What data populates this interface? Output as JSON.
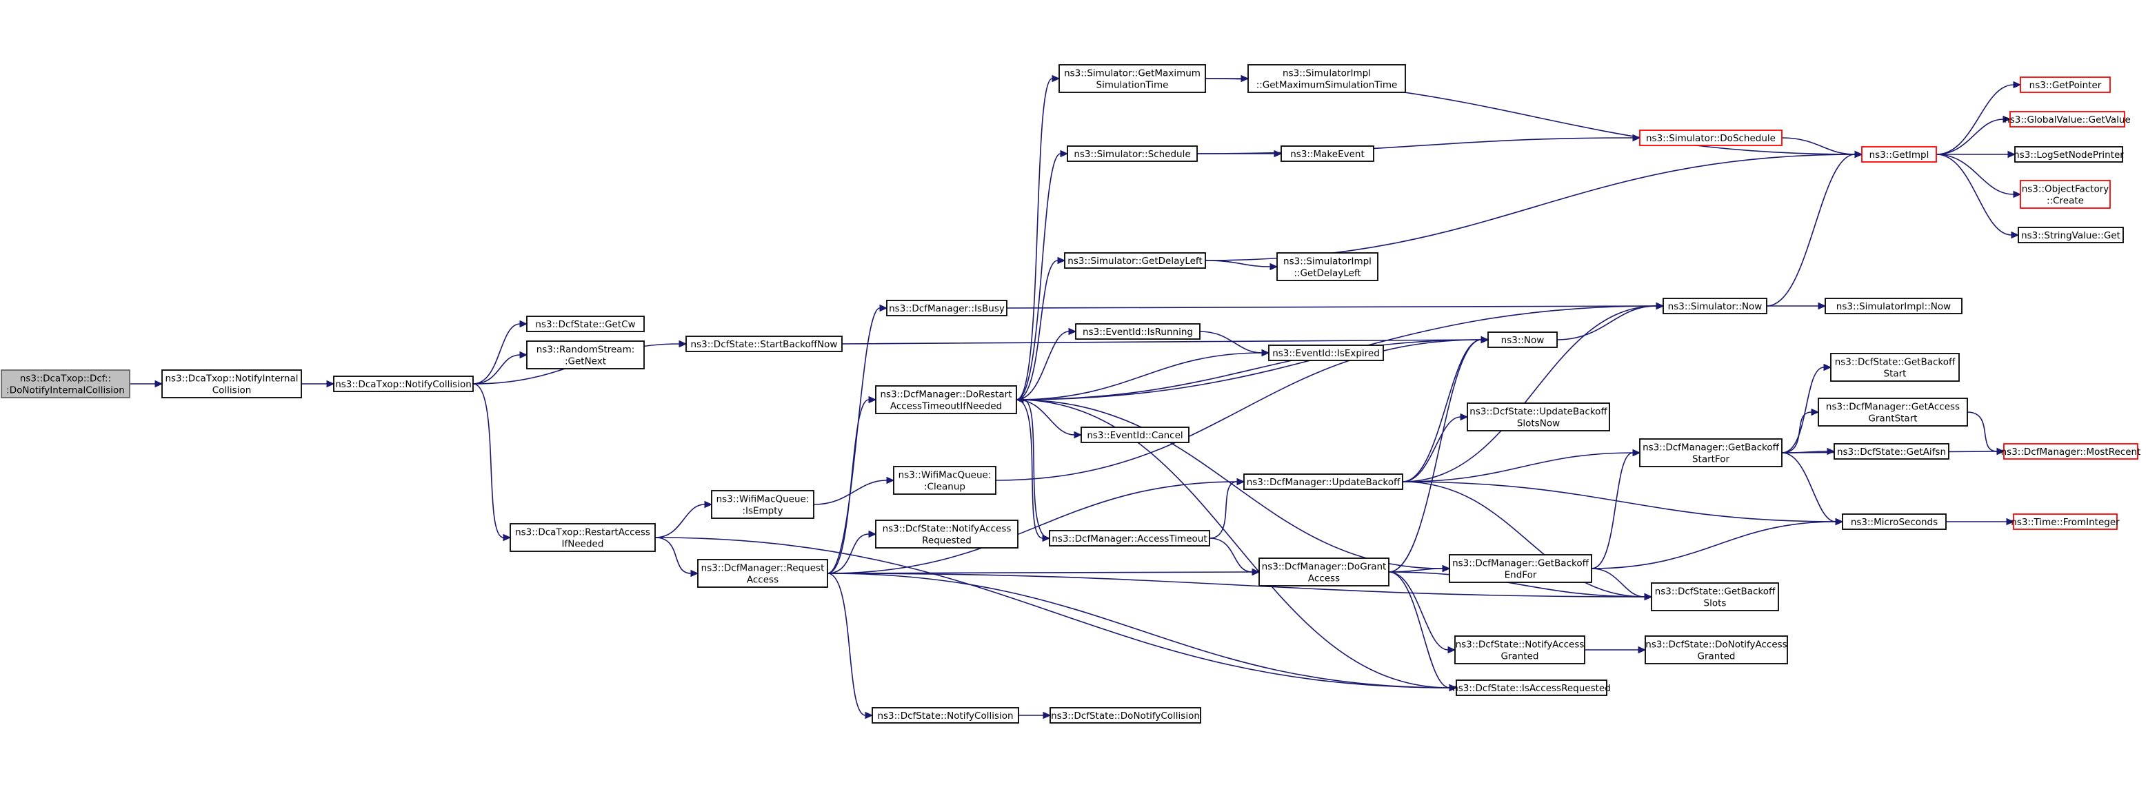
{
  "colors": {
    "node_border": "#000000",
    "node_border_truncated": "#ff0000",
    "node_fill": "#ffffff",
    "root_fill": "#bfbfbf",
    "root_border": "#666666",
    "edge": "#191970"
  },
  "nodes": {
    "root": {
      "lines": [
        "ns3::DcaTxop::Dcf::",
        ":DoNotifyInternalCollision"
      ],
      "style": "root"
    },
    "notifyInternal": {
      "lines": [
        "ns3::DcaTxop::NotifyInternal",
        "Collision"
      ]
    },
    "notifyCollision": {
      "lines": [
        "ns3::DcaTxop::NotifyCollision"
      ]
    },
    "getCw": {
      "lines": [
        "ns3::DcfState::GetCw"
      ]
    },
    "randomStream": {
      "lines": [
        "ns3::RandomStream:",
        ":GetNext"
      ]
    },
    "startBackoffNow": {
      "lines": [
        "ns3::DcfState::StartBackoffNow"
      ]
    },
    "restartAccess": {
      "lines": [
        "ns3::DcaTxop::RestartAccess",
        "IfNeeded"
      ]
    },
    "isEmpty": {
      "lines": [
        "ns3::WifiMacQueue:",
        ":IsEmpty"
      ]
    },
    "requestAccess": {
      "lines": [
        "ns3::DcfManager::Request",
        "Access"
      ]
    },
    "cleanup": {
      "lines": [
        "ns3::WifiMacQueue:",
        ":Cleanup"
      ]
    },
    "isBusy": {
      "lines": [
        "ns3::DcfManager::IsBusy"
      ]
    },
    "doRestart": {
      "lines": [
        "ns3::DcfManager::DoRestart",
        "AccessTimeoutIfNeeded"
      ]
    },
    "notifyAccessRequested": {
      "lines": [
        "ns3::DcfState::NotifyAccess",
        "Requested"
      ]
    },
    "dcfNotifyCollision": {
      "lines": [
        "ns3::DcfState::NotifyCollision"
      ]
    },
    "doNotifyCollision": {
      "lines": [
        "ns3::DcfState::DoNotifyCollision"
      ]
    },
    "getMaxSimTime": {
      "lines": [
        "ns3::Simulator::GetMaximum",
        "SimulationTime"
      ]
    },
    "simImplGetMax": {
      "lines": [
        "ns3::SimulatorImpl",
        "::GetMaximumSimulationTime"
      ]
    },
    "schedule": {
      "lines": [
        "ns3::Simulator::Schedule"
      ]
    },
    "makeEvent": {
      "lines": [
        "ns3::MakeEvent"
      ]
    },
    "doSchedule": {
      "lines": [
        "ns3::Simulator::DoSchedule"
      ],
      "style": "truncated"
    },
    "getDelayLeft": {
      "lines": [
        "ns3::Simulator::GetDelayLeft"
      ]
    },
    "simImplGetDelayLeft": {
      "lines": [
        "ns3::SimulatorImpl",
        "::GetDelayLeft"
      ]
    },
    "isRunning": {
      "lines": [
        "ns3::EventId::IsRunning"
      ]
    },
    "isExpired": {
      "lines": [
        "ns3::EventId::IsExpired"
      ]
    },
    "cancel": {
      "lines": [
        "ns3::EventId::Cancel"
      ]
    },
    "accessTimeout": {
      "lines": [
        "ns3::DcfManager::AccessTimeout"
      ]
    },
    "updateBackoff": {
      "lines": [
        "ns3::DcfManager::UpdateBackoff"
      ]
    },
    "doGrantAccess": {
      "lines": [
        "ns3::DcfManager::DoGrant",
        "Access"
      ]
    },
    "now": {
      "lines": [
        "ns3::Now"
      ]
    },
    "simNow": {
      "lines": [
        "ns3::Simulator::Now"
      ]
    },
    "simImplNow": {
      "lines": [
        "ns3::SimulatorImpl::Now"
      ]
    },
    "getImpl": {
      "lines": [
        "ns3::GetImpl"
      ],
      "style": "truncated"
    },
    "getPointer": {
      "lines": [
        "ns3::GetPointer"
      ],
      "style": "truncated"
    },
    "globalValueGet": {
      "lines": [
        "ns3::GlobalValue::GetValue"
      ],
      "style": "truncated"
    },
    "logSetNodePrinter": {
      "lines": [
        "ns3::LogSetNodePrinter"
      ]
    },
    "objectFactoryCreate": {
      "lines": [
        "ns3::ObjectFactory",
        "::Create"
      ],
      "style": "truncated"
    },
    "stringValueGet": {
      "lines": [
        "ns3::StringValue::Get"
      ]
    },
    "updateBackoffSlotsNow": {
      "lines": [
        "ns3::DcfState::UpdateBackoff",
        "SlotsNow"
      ]
    },
    "getBackoffStart": {
      "lines": [
        "ns3::DcfState::GetBackoff",
        "Start"
      ]
    },
    "getAccessGrantStart": {
      "lines": [
        "ns3::DcfManager::GetAccess",
        "GrantStart"
      ]
    },
    "getAifsn": {
      "lines": [
        "ns3::DcfState::GetAifsn"
      ]
    },
    "mostRecent": {
      "lines": [
        "ns3::DcfManager::MostRecent"
      ],
      "style": "truncated"
    },
    "getBackoffStartFor": {
      "lines": [
        "ns3::DcfManager::GetBackoff",
        "StartFor"
      ]
    },
    "getBackoffEndFor": {
      "lines": [
        "ns3::DcfManager::GetBackoff",
        "EndFor"
      ]
    },
    "microSeconds": {
      "lines": [
        "ns3::MicroSeconds"
      ]
    },
    "timeFromInteger": {
      "lines": [
        "ns3::Time::FromInteger"
      ],
      "style": "truncated"
    },
    "getBackoffSlots": {
      "lines": [
        "ns3::DcfState::GetBackoff",
        "Slots"
      ]
    },
    "notifyAccessGranted": {
      "lines": [
        "ns3::DcfState::NotifyAccess",
        "Granted"
      ]
    },
    "doNotifyAccessGranted": {
      "lines": [
        "ns3::DcfState::DoNotifyAccess",
        "Granted"
      ]
    },
    "isAccessRequested": {
      "lines": [
        "ns3::DcfState::IsAccessRequested"
      ]
    }
  },
  "edges": [
    [
      "root",
      "notifyInternal"
    ],
    [
      "notifyInternal",
      "notifyCollision"
    ],
    [
      "notifyCollision",
      "getCw"
    ],
    [
      "notifyCollision",
      "randomStream"
    ],
    [
      "notifyCollision",
      "startBackoffNow"
    ],
    [
      "notifyCollision",
      "restartAccess"
    ],
    [
      "startBackoffNow",
      "now"
    ],
    [
      "restartAccess",
      "isEmpty"
    ],
    [
      "restartAccess",
      "requestAccess"
    ],
    [
      "restartAccess",
      "isAccessRequested"
    ],
    [
      "isEmpty",
      "cleanup"
    ],
    [
      "cleanup",
      "now"
    ],
    [
      "requestAccess",
      "isBusy"
    ],
    [
      "requestAccess",
      "doRestart"
    ],
    [
      "requestAccess",
      "notifyAccessRequested"
    ],
    [
      "requestAccess",
      "dcfNotifyCollision"
    ],
    [
      "requestAccess",
      "updateBackoff"
    ],
    [
      "requestAccess",
      "doGrantAccess"
    ],
    [
      "requestAccess",
      "isAccessRequested"
    ],
    [
      "requestAccess",
      "getBackoffSlots"
    ],
    [
      "isBusy",
      "simNow"
    ],
    [
      "doRestart",
      "getMaxSimTime"
    ],
    [
      "doRestart",
      "schedule"
    ],
    [
      "doRestart",
      "getDelayLeft"
    ],
    [
      "doRestart",
      "simNow"
    ],
    [
      "doRestart",
      "isRunning"
    ],
    [
      "doRestart",
      "isExpired"
    ],
    [
      "doRestart",
      "cancel"
    ],
    [
      "doRestart",
      "accessTimeout"
    ],
    [
      "doRestart",
      "now"
    ],
    [
      "doRestart",
      "getBackoffEndFor"
    ],
    [
      "doRestart",
      "isAccessRequested"
    ],
    [
      "dcfNotifyCollision",
      "doNotifyCollision"
    ],
    [
      "getMaxSimTime",
      "simImplGetMax"
    ],
    [
      "getMaxSimTime",
      "getImpl"
    ],
    [
      "schedule",
      "makeEvent"
    ],
    [
      "schedule",
      "doSchedule"
    ],
    [
      "doSchedule",
      "getImpl"
    ],
    [
      "getDelayLeft",
      "simImplGetDelayLeft"
    ],
    [
      "getDelayLeft",
      "getImpl"
    ],
    [
      "isRunning",
      "isExpired"
    ],
    [
      "accessTimeout",
      "doRestart"
    ],
    [
      "accessTimeout",
      "updateBackoff"
    ],
    [
      "accessTimeout",
      "doGrantAccess"
    ],
    [
      "updateBackoff",
      "now"
    ],
    [
      "updateBackoff",
      "simNow"
    ],
    [
      "updateBackoff",
      "updateBackoffSlotsNow"
    ],
    [
      "updateBackoff",
      "getBackoffStartFor"
    ],
    [
      "updateBackoff",
      "microSeconds"
    ],
    [
      "updateBackoff",
      "getBackoffSlots"
    ],
    [
      "doGrantAccess",
      "now"
    ],
    [
      "doGrantAccess",
      "getBackoffEndFor"
    ],
    [
      "doGrantAccess",
      "getBackoffSlots"
    ],
    [
      "doGrantAccess",
      "notifyAccessGranted"
    ],
    [
      "doGrantAccess",
      "isAccessRequested"
    ],
    [
      "now",
      "simNow"
    ],
    [
      "simNow",
      "simImplNow"
    ],
    [
      "simNow",
      "getImpl"
    ],
    [
      "getImpl",
      "getPointer"
    ],
    [
      "getImpl",
      "globalValueGet"
    ],
    [
      "getImpl",
      "logSetNodePrinter"
    ],
    [
      "getImpl",
      "objectFactoryCreate"
    ],
    [
      "getImpl",
      "stringValueGet"
    ],
    [
      "getBackoffStartFor",
      "getBackoffStart"
    ],
    [
      "getBackoffStartFor",
      "getAccessGrantStart"
    ],
    [
      "getBackoffStartFor",
      "getAifsn"
    ],
    [
      "getBackoffStartFor",
      "mostRecent"
    ],
    [
      "getBackoffStartFor",
      "microSeconds"
    ],
    [
      "getAccessGrantStart",
      "mostRecent"
    ],
    [
      "getBackoffEndFor",
      "getBackoffStartFor"
    ],
    [
      "getBackoffEndFor",
      "microSeconds"
    ],
    [
      "getBackoffEndFor",
      "getBackoffSlots"
    ],
    [
      "microSeconds",
      "timeFromInteger"
    ],
    [
      "notifyAccessGranted",
      "doNotifyAccessGranted"
    ]
  ]
}
